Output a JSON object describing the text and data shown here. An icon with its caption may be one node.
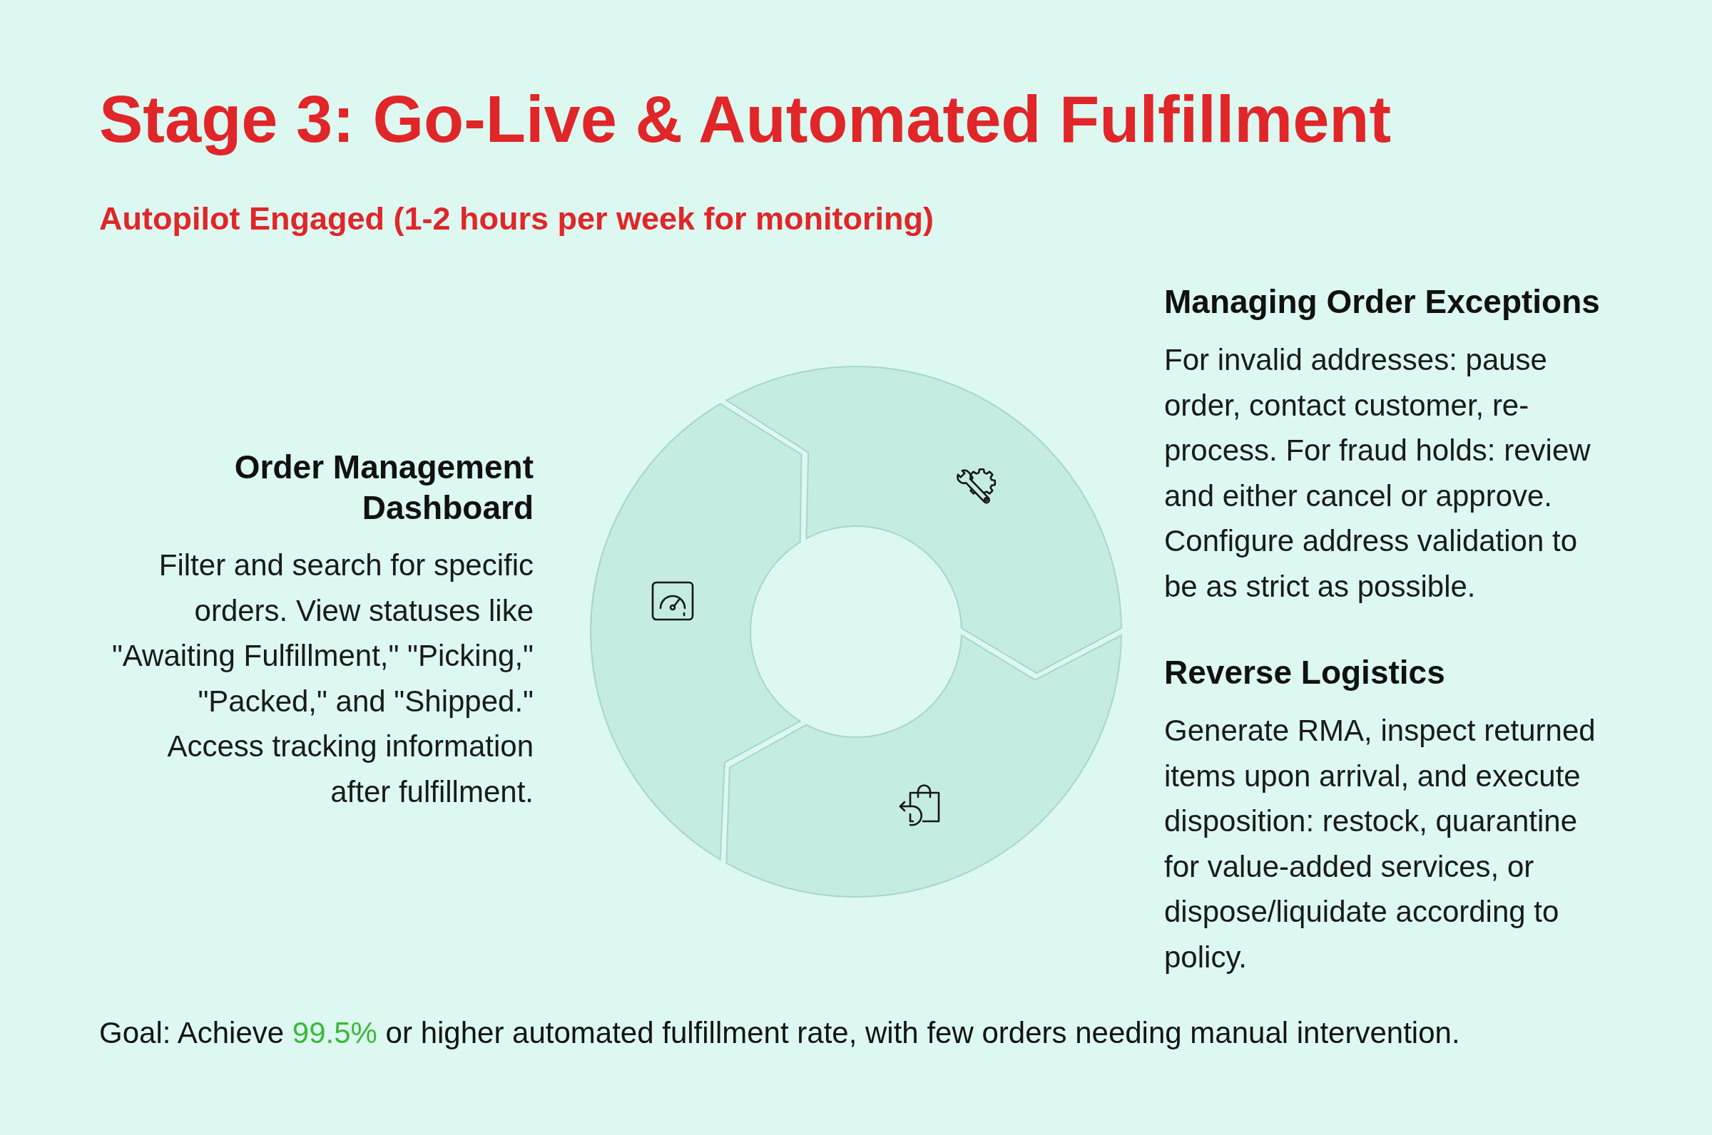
{
  "diagram": {
    "title": "Stage 3: Go-Live & Automated Fulfillment",
    "nodes": [
      {
        "text": [],
        "shape": "arc",
        "beside": [
          "Order Management Dashboard",
          "Filter and search for specific orders. View statuses like \"Awaiting Fulfillment,\" \"Picking,\" \"Packed,\" and \"Shipped.\" Access tracking information after fulfillment."
        ]
      },
      {
        "text": [],
        "shape": "arc",
        "beside": [
          "Managing Order Exceptions",
          "For invalid addresses: pause order, contact customer, re-process. For fraud holds: review and either cancel or approve. Configure address validation to be as strict as possible."
        ]
      },
      {
        "text": [],
        "shape": "arc",
        "beside": [
          "Reverse Logistics",
          "Generate RMA, inspect returned items upon arrival, and execute disposition: restock, quarantine for value-added services, or dispose/liquidate according to policy."
        ]
      }
    ],
    "labels": [
      "Autopilot Engaged (1-2 hours per week for monitoring)",
      "Goal: Achieve 99.5% or higher automated fulfillment rate, with few orders needing manual intervention."
    ]
  }
}
